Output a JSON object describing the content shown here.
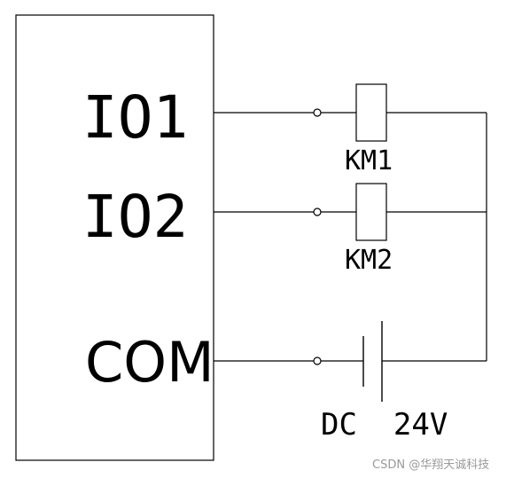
{
  "controller": {
    "ports": [
      {
        "id": "io1",
        "label": "IO1"
      },
      {
        "id": "io2",
        "label": "IO2"
      },
      {
        "id": "com",
        "label": "COM"
      }
    ]
  },
  "relays": [
    {
      "label": "KM1"
    },
    {
      "label": "KM2"
    }
  ],
  "power_source": {
    "label": "DC  24V"
  },
  "watermark": "CSDN @华翔天诚科技"
}
